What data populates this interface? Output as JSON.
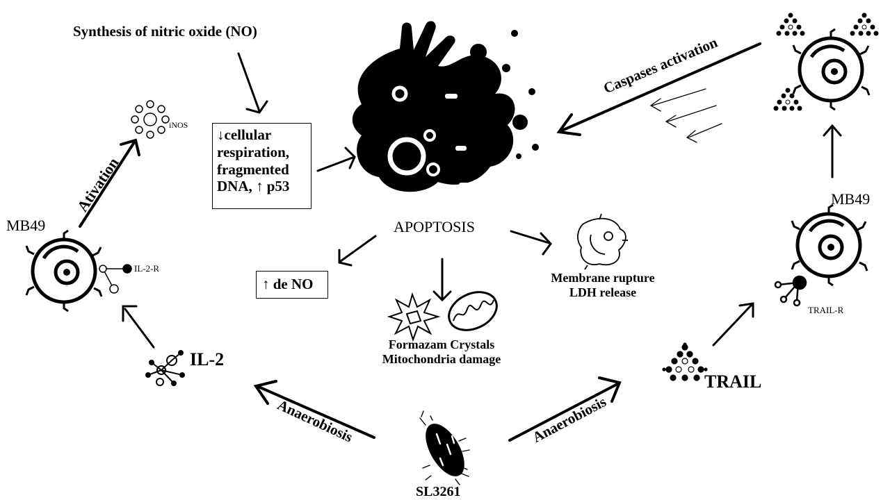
{
  "labels": {
    "no_synthesis": "Synthesis of nitric oxide (NO)",
    "inos": "iNOS",
    "activation": "Ativation",
    "mb49_left": "MB49",
    "il2r": "IL-2-R",
    "il2": "IL-2",
    "apoptosis": "APOPTOSIS",
    "no_increase": "↑ de NO",
    "formazan_1": "Formazam Crystals",
    "formazan_2": "Mitochondria  damage",
    "membrane_1": "Membrane  rupture",
    "membrane_2": "LDH release",
    "caspases": "Caspases activation",
    "mb49_right": "MB49",
    "trailr": "TRAIL-R",
    "trail": "TRAIL",
    "anaerobiosis_left": "Anaerobiosis",
    "anaerobiosis_right": "Anaerobiosis",
    "bacterium": "SL3261"
  },
  "effects_box": {
    "line1": "↓cellular",
    "line2": "respiration,",
    "line3": "fragmented",
    "line4": "DNA, ↑ p53"
  }
}
